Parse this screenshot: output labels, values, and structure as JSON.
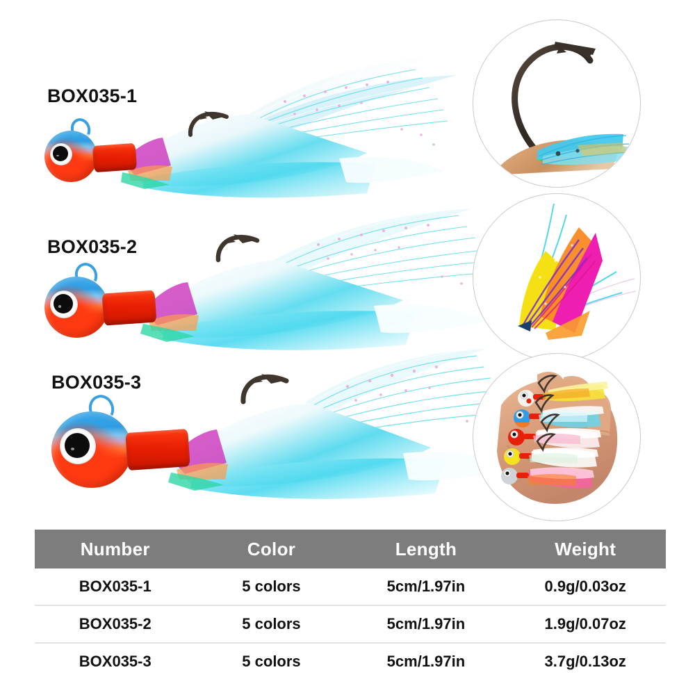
{
  "page": {
    "background_color": "#ffffff",
    "title": "Fishing Jig Head Lure Product Sheet"
  },
  "products": [
    {
      "id": "lure-1",
      "label": "BOX035-1",
      "head_color": "blue-red",
      "tail_color": "cyan-white"
    },
    {
      "id": "lure-2",
      "label": "BOX035-2",
      "head_color": "blue-red",
      "tail_color": "cyan-white"
    },
    {
      "id": "lure-3",
      "label": "BOX035-3",
      "head_color": "blue-red",
      "tail_color": "cyan-white"
    }
  ],
  "detail_insets": [
    {
      "id": "inset-hook",
      "caption": "hook-closeup",
      "icon": "fishing-hook-icon"
    },
    {
      "id": "inset-feather",
      "caption": "feather-skirt-closeup",
      "icon": "feather-icon"
    },
    {
      "id": "inset-hand",
      "caption": "lures-in-hand",
      "icon": "hand-icon"
    }
  ],
  "hand_lure_colors": [
    "#f4f2ef",
    "#2f9ee4",
    "#e8200a",
    "#f5e31c",
    "#cfd2d6"
  ],
  "spec_table": {
    "header_color": "#7d7d7d",
    "headers": [
      "Number",
      "Color",
      "Length",
      "Weight"
    ],
    "rows": [
      {
        "number": "BOX035-1",
        "color": "5 colors",
        "length": "5cm/1.97in",
        "weight": "0.9g/0.03oz"
      },
      {
        "number": "BOX035-2",
        "color": "5 colors",
        "length": "5cm/1.97in",
        "weight": "1.9g/0.07oz"
      },
      {
        "number": "BOX035-3",
        "color": "5 colors",
        "length": "5cm/1.97in",
        "weight": "3.7g/0.13oz"
      }
    ]
  },
  "colors": {
    "head_blue": "#2f9ee4",
    "head_red": "#f92d07",
    "collar_red": "#e81f03",
    "tail_cyan": "#5fe0ef",
    "tail_white": "#f2fbfd",
    "hook_steel": "#4a4038",
    "table_header_gray": "#7d7d7d",
    "row_divider": "#e2e2e2"
  }
}
